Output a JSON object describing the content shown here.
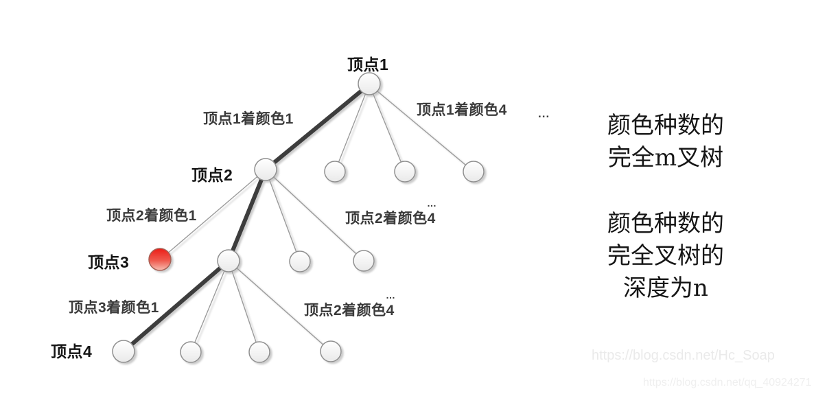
{
  "tree": {
    "vertex_labels": {
      "v1": "顶点1",
      "v2": "顶点2",
      "v3": "顶点3",
      "v4": "顶点4"
    },
    "edge_labels": {
      "v1_color1": "顶点1着颜色1",
      "v1_color4": "顶点1着颜色4",
      "v2_color1": "顶点2着颜色1",
      "v2_color4": "顶点2着颜色4",
      "v3_color1": "顶点3着颜色1",
      "more_dots": "...",
      "overdots": "…"
    }
  },
  "annotations": {
    "note1_line1": "颜色种数的",
    "note1_line2": "完全m叉树",
    "note2_line1": "颜色种数的",
    "note2_line2": "完全叉树的",
    "note2_line3": "深度为n"
  },
  "watermarks": {
    "first": "https://blog.csdn.net/Hc_Soap",
    "second": "https://blog.csdn.net/qq_40924271"
  },
  "colors": {
    "highlight_node_red": "#ea241c",
    "node_fill_light": "#f2f2f2",
    "node_border": "#8f8f8f",
    "thick_edge": "#3d3d3d",
    "thin_edge": "#9b9b9b"
  }
}
